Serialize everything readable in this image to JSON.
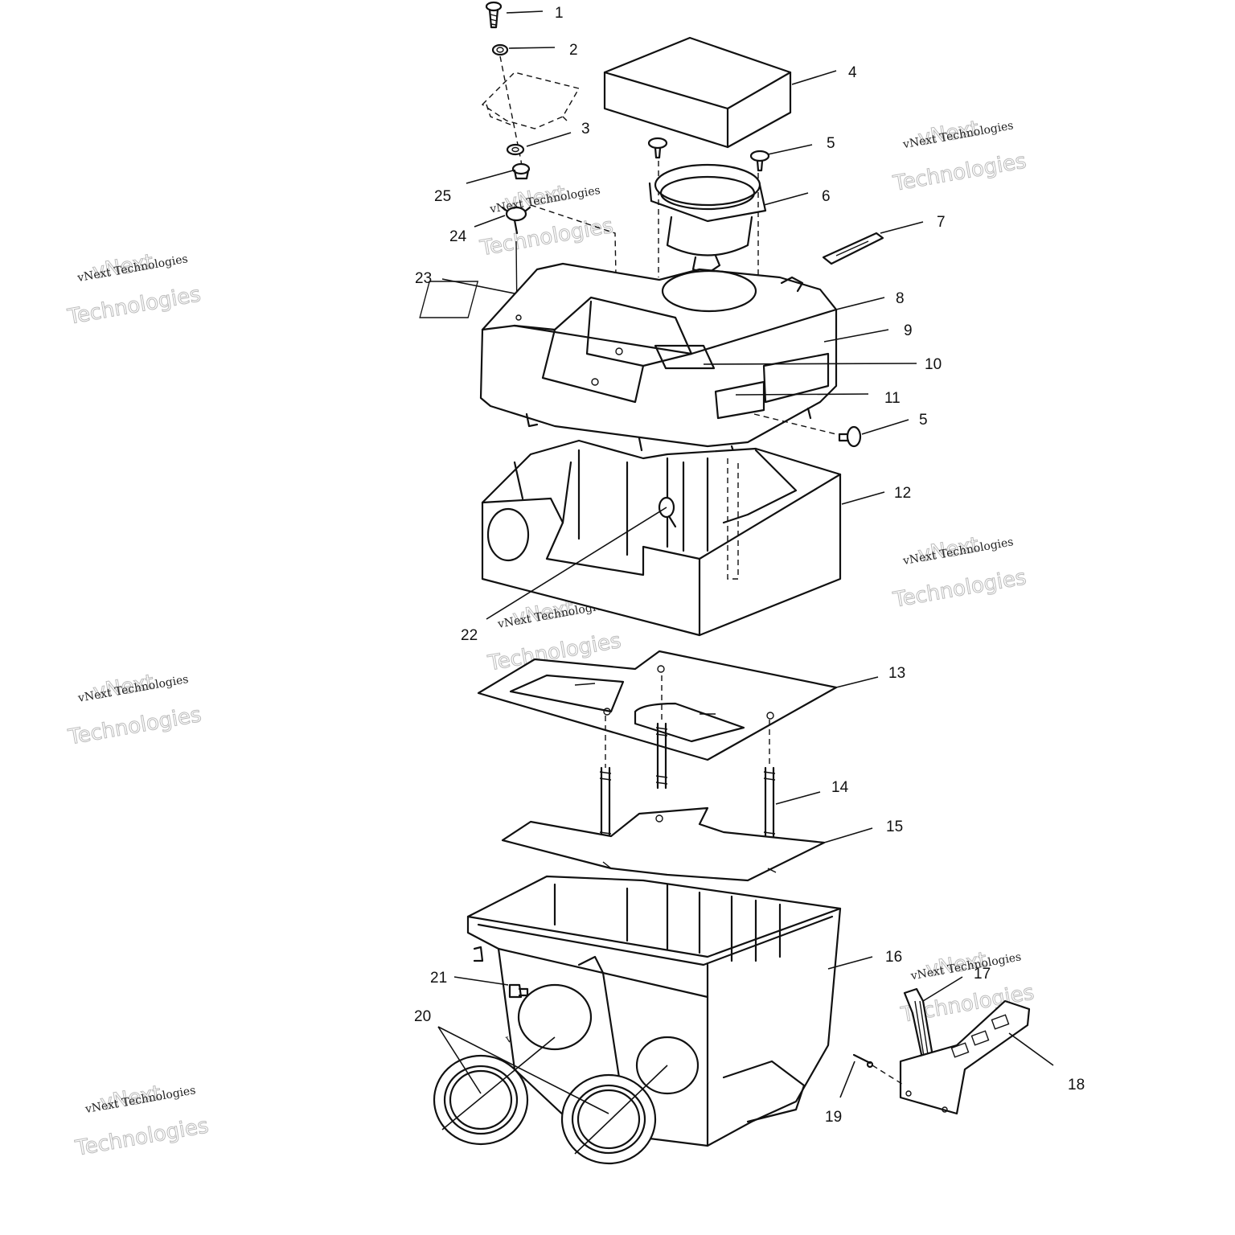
{
  "callouts": {
    "c1": "1",
    "c2": "2",
    "c3": "3",
    "c4": "4",
    "c5a": "5",
    "c5b": "5",
    "c6": "6",
    "c7": "7",
    "c8": "8",
    "c9": "9",
    "c10": "10",
    "c11": "11",
    "c12": "12",
    "c13": "13",
    "c14": "14",
    "c15": "15",
    "c16": "16",
    "c17": "17",
    "c18": "18",
    "c19": "19",
    "c20": "20",
    "c21": "21",
    "c22": "22",
    "c23": "23",
    "c24": "24",
    "c25": "25"
  },
  "watermark": {
    "line1": "vNext Technologies",
    "line2_big": "Technologies",
    "line0_big": "vNext"
  }
}
